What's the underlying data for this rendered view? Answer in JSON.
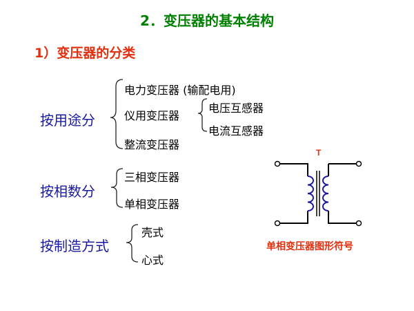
{
  "title": "2．变压器的基本结构",
  "subtitle": "1）变压器的分类",
  "groups": {
    "usage": {
      "label": "按用途分",
      "items": [
        "电力变压器 (输配电用)",
        "仪用变压器",
        "整流变压器"
      ],
      "sub": [
        "电压互感器",
        "电流互感器"
      ]
    },
    "phases": {
      "label": "按相数分",
      "items": [
        "三相变压器",
        "单相变压器"
      ]
    },
    "construction": {
      "label": "按制造方式",
      "items": [
        "壳式",
        "心式"
      ]
    }
  },
  "symbol": {
    "label": "T",
    "caption": "单相变压器图形符号"
  },
  "colors": {
    "title": "#008000",
    "subtitle": "#e03010",
    "category": "#1a1aa0",
    "coil": "#1a1aa0",
    "caption": "#e03010",
    "label": "#e03010"
  }
}
